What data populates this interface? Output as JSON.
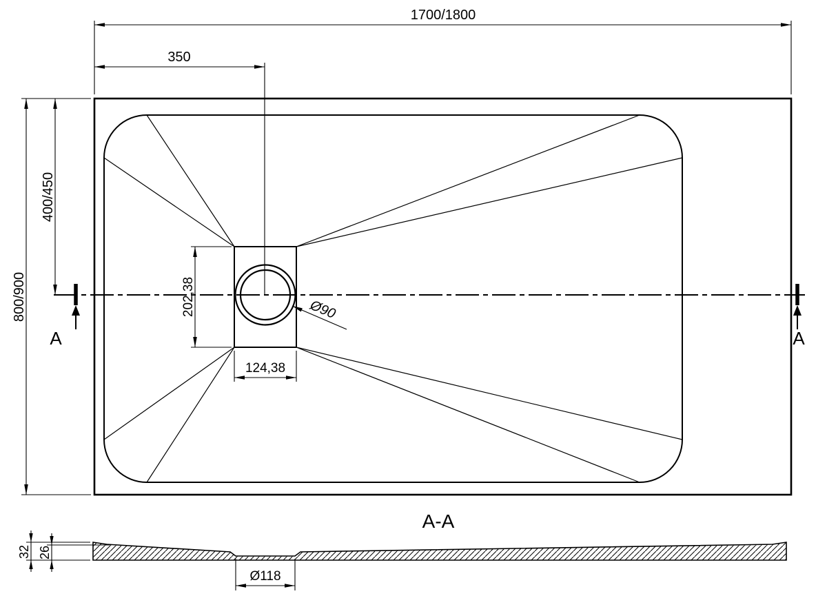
{
  "page": {
    "background": "#ffffff",
    "line_color": "#000000"
  },
  "top_view": {
    "dims": {
      "overall_width": "1700/1800",
      "drain_offset_x": "350",
      "overall_depth": "800/900",
      "center_offset_y": "400/450",
      "drain_recess_height": "202,38",
      "drain_recess_width": "124,38",
      "drain_diameter": "Ø90"
    },
    "section_marks": {
      "left": "A",
      "right": "A"
    }
  },
  "section_view": {
    "title": "A-A",
    "dims": {
      "total_height": "32",
      "inner_depth": "26",
      "drain_hole_diameter": "Ø118"
    }
  }
}
